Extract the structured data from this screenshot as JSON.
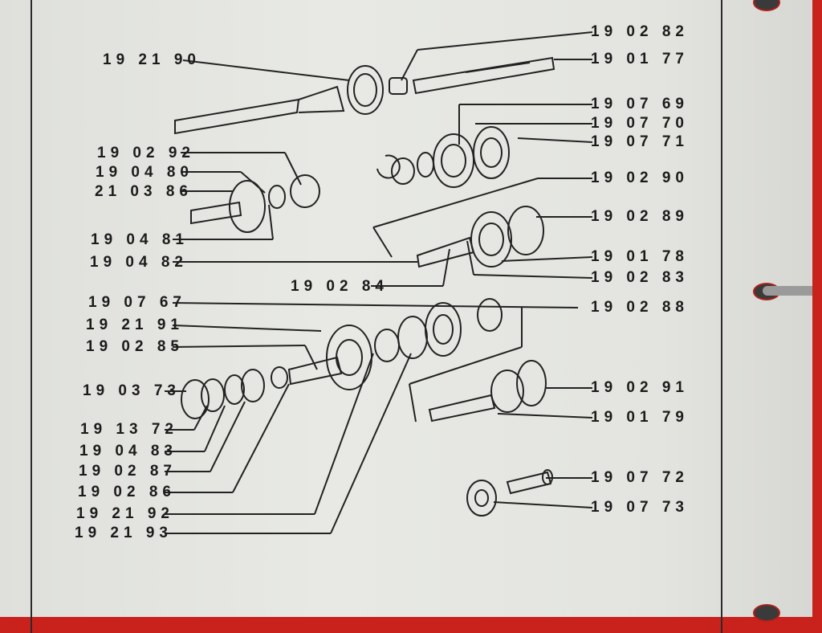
{
  "colors": {
    "paper": "#e3e4e0",
    "ink": "#1b1b1b",
    "binder": "#c9221c"
  },
  "labels_left": [
    "19 21 90",
    "19 02 92",
    "19 04 80",
    "21 03 86",
    "19 04 81",
    "19 04 82",
    "19 02 84",
    "19 07 67",
    "19 21 91",
    "19 02 85",
    "19 03 73",
    "19 13 72",
    "19 04 83",
    "19 02 87",
    "19 02 86",
    "19 21 92",
    "19 21 93"
  ],
  "labels_right": [
    "19 02 82",
    "19 01 77",
    "19 07 69",
    "19 07 70",
    "19 07 71",
    "19 02 90",
    "19 02 89",
    "19 01 78",
    "19 02 83",
    "19 02 88",
    "19 02 91",
    "19 01 79",
    "19 07 72",
    "19 07 73"
  ]
}
